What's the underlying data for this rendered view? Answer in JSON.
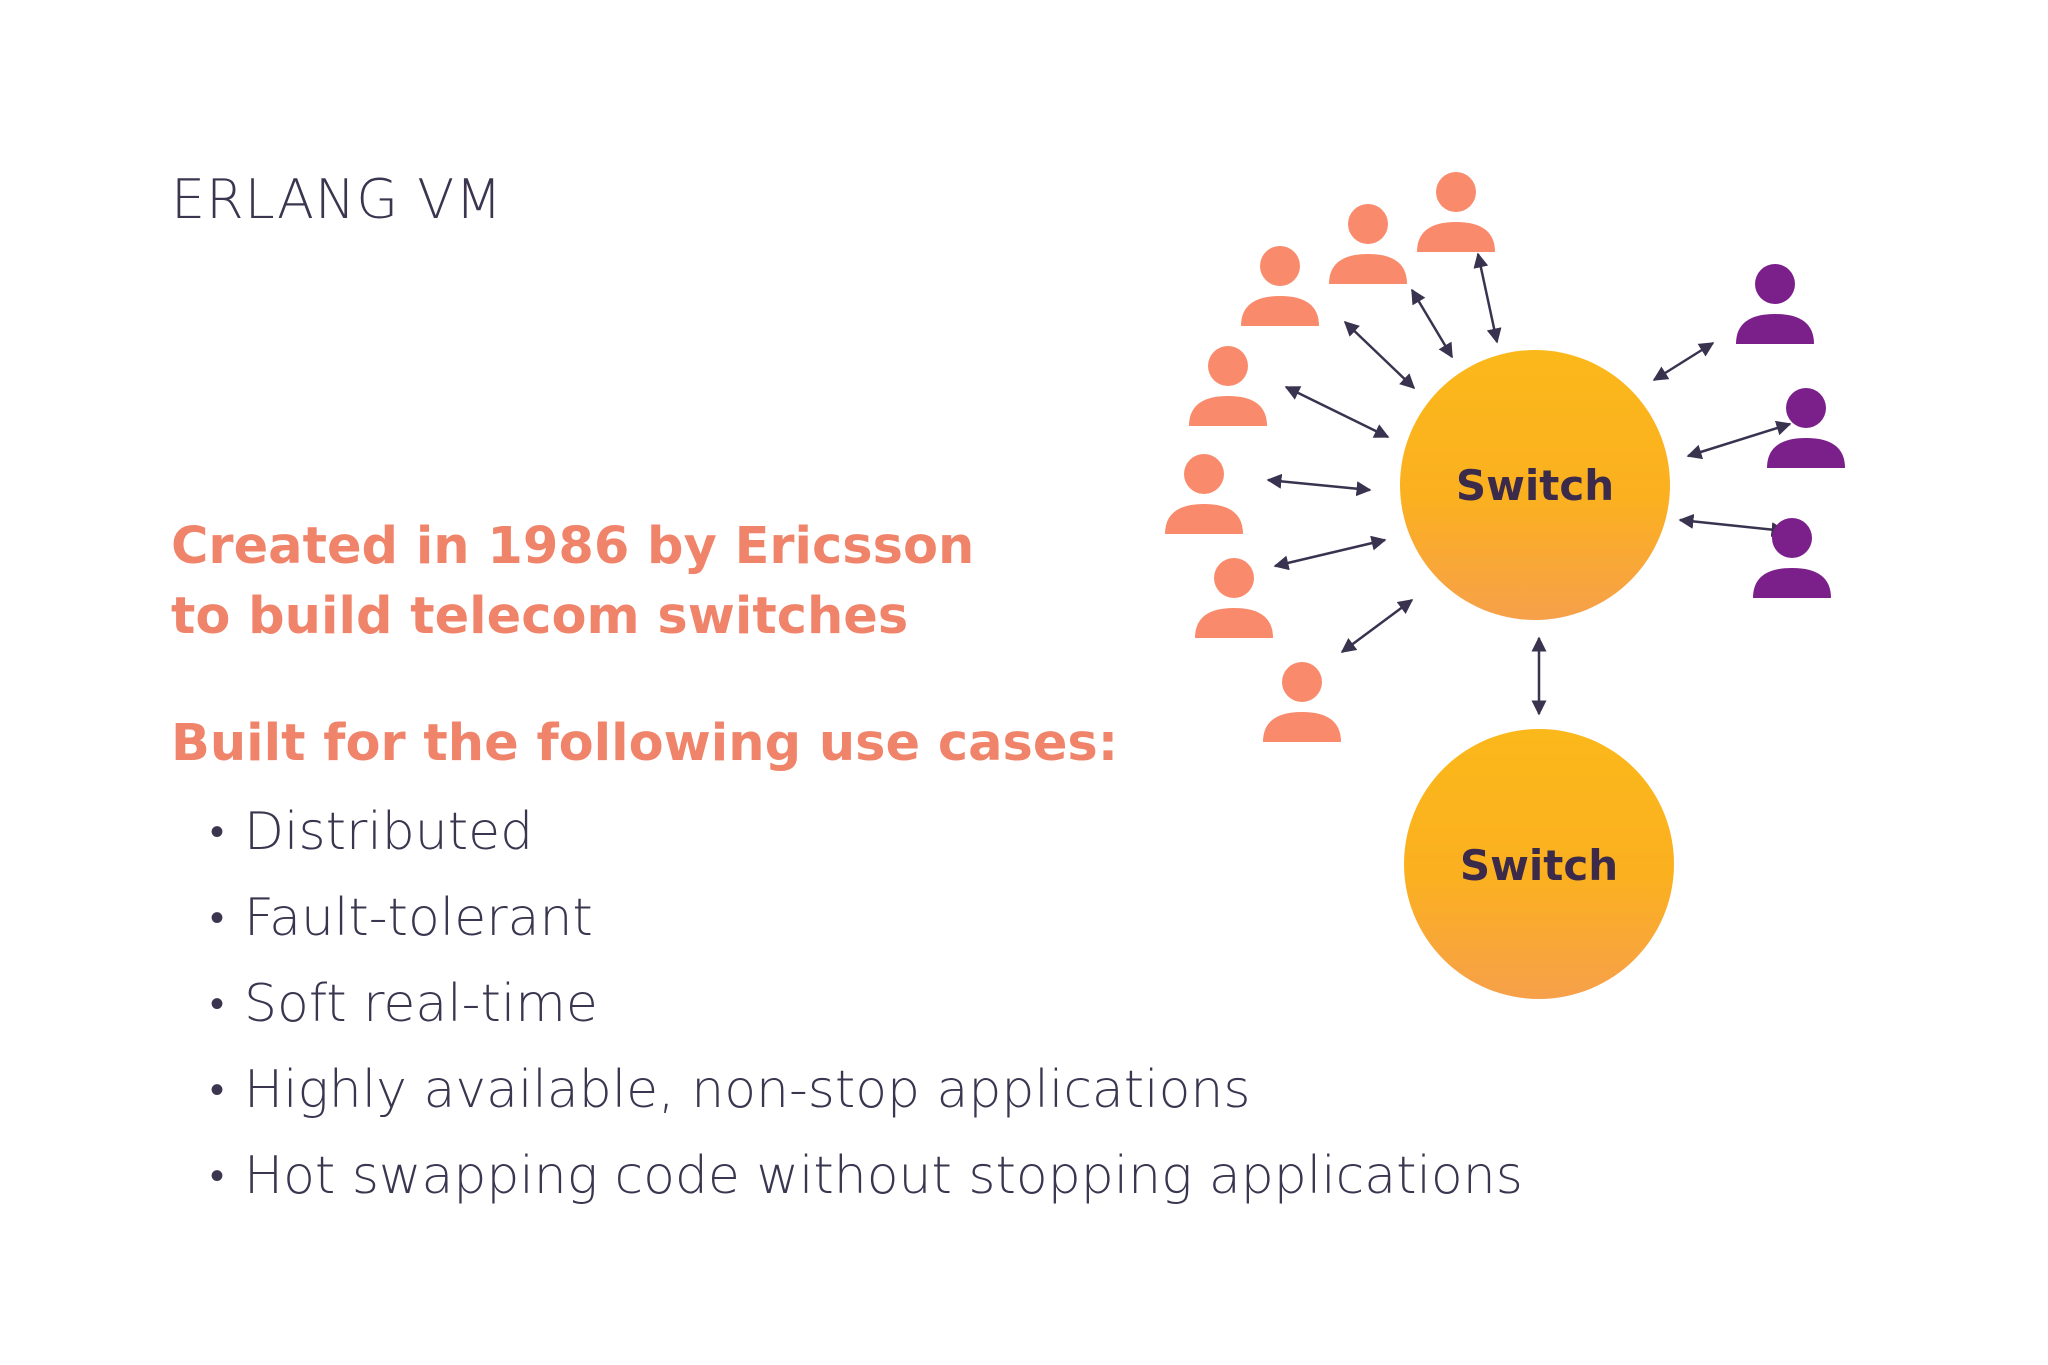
{
  "slide": {
    "title": "ERLANG VM",
    "intro_lines": [
      "Created in 1986 by Ericsson",
      "to build telecom switches"
    ],
    "use_cases_heading": "Built for the following use cases:",
    "bullet": "•",
    "use_cases": [
      "Distributed",
      "Fault-tolerant",
      "Soft real-time",
      "Highly available, non-stop applications",
      "Hot swapping code without stopping applications"
    ]
  },
  "diagram": {
    "switches": [
      {
        "label": "Switch"
      },
      {
        "label": "Switch"
      }
    ],
    "colors": {
      "accent_text": "#f0846a",
      "dark_text": "#3b3550",
      "user_left": "#f98a6b",
      "user_right": "#7b1f8a",
      "switch_top": "#fbb81a",
      "switch_bottom": "#f6a04a",
      "arrow": "#3a3350"
    },
    "icons": {
      "user_left": "person-icon",
      "user_right": "person-icon"
    }
  }
}
